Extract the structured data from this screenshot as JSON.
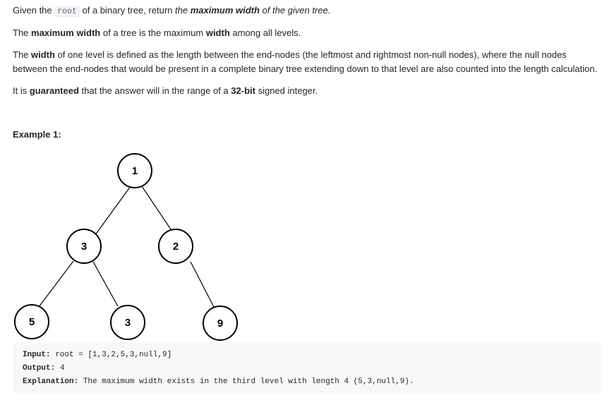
{
  "problem": {
    "p1": {
      "t1": "Given the ",
      "code": "root",
      "t2": " of a binary tree, return ",
      "i1": "the ",
      "b1": "maximum width",
      "i2": " of the given tree."
    },
    "p2": {
      "t1": "The ",
      "b1": "maximum width",
      "t2": " of a tree is the maximum ",
      "b2": "width",
      "t3": " among all levels."
    },
    "p3": {
      "t1": "The ",
      "b1": "width",
      "t2": " of one level is defined as the length between the end-nodes (the leftmost and rightmost non-null nodes), where the null nodes between the end-nodes that would be present in a complete binary tree extending down to that level are also counted into the length calculation."
    },
    "p4": {
      "t1": "It is ",
      "b1": "guaranteed",
      "t2": " that the answer will in the range of a ",
      "b2": "32-bit",
      "t3": " signed integer."
    }
  },
  "example": {
    "heading": "Example 1:",
    "tree_nodes": [
      "1",
      "3",
      "2",
      "5",
      "3",
      "9"
    ],
    "input_label": "Input:",
    "input_value": " root = [1,3,2,5,3,null,9]",
    "output_label": "Output:",
    "output_value": " 4",
    "explanation_label": "Explanation:",
    "explanation_value": " The maximum width exists in the third level with length 4 (5,3,null,9)."
  }
}
